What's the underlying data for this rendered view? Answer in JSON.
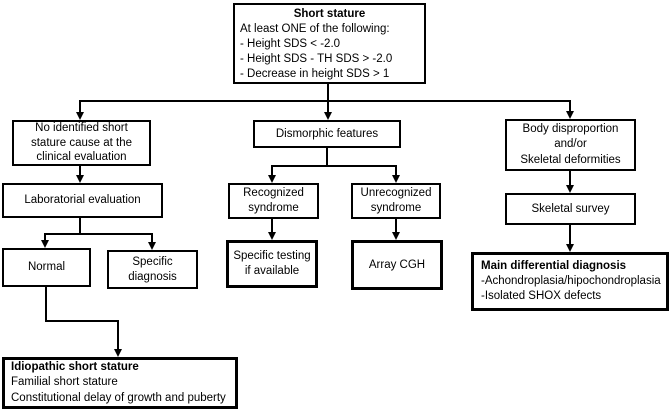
{
  "figure": {
    "type": "flowchart",
    "background_color": "#ffffff",
    "line_color": "#000000",
    "text_color": "#000000"
  },
  "nodes": {
    "short_stature": {
      "title": "Short stature",
      "criteria": [
        "At least ONE of the following:",
        "- Height SDS < -2.0",
        "- Height SDS - TH SDS > -2.0",
        "- Decrease in height SDS > 1"
      ]
    },
    "no_identified_cause": {
      "lines": [
        "No identified short",
        "stature cause at the",
        "clinical evaluation"
      ]
    },
    "laboratorial_evaluation": {
      "label": "Laboratorial evaluation"
    },
    "normal": {
      "label": "Normal"
    },
    "specific_diagnosis": {
      "lines": [
        "Specific",
        "diagnosis"
      ]
    },
    "idiopathic_short_stature": {
      "title": "Idiopathic short stature",
      "lines": [
        "Familial short stature",
        "Constitutional delay of growth and puberty"
      ]
    },
    "dismorphic_features": {
      "label": "Dismorphic features"
    },
    "recognized_syndrome": {
      "lines": [
        "Recognized",
        "syndrome"
      ]
    },
    "unrecognized_syndrome": {
      "lines": [
        "Unrecognized",
        "syndrome"
      ]
    },
    "specific_testing": {
      "lines": [
        "Specific testing",
        "if available"
      ]
    },
    "array_cgh": {
      "label": "Array CGH"
    },
    "body_disproportion": {
      "lines": [
        "Body disproportion",
        "and/or",
        "Skeletal deformities"
      ]
    },
    "skeletal_survey": {
      "label": "Skeletal survey"
    },
    "main_differential_diagnosis": {
      "title": "Main differential diagnosis",
      "lines": [
        "-Achondroplasia/hipochondroplasia",
        "-Isolated SHOX defects"
      ]
    }
  }
}
